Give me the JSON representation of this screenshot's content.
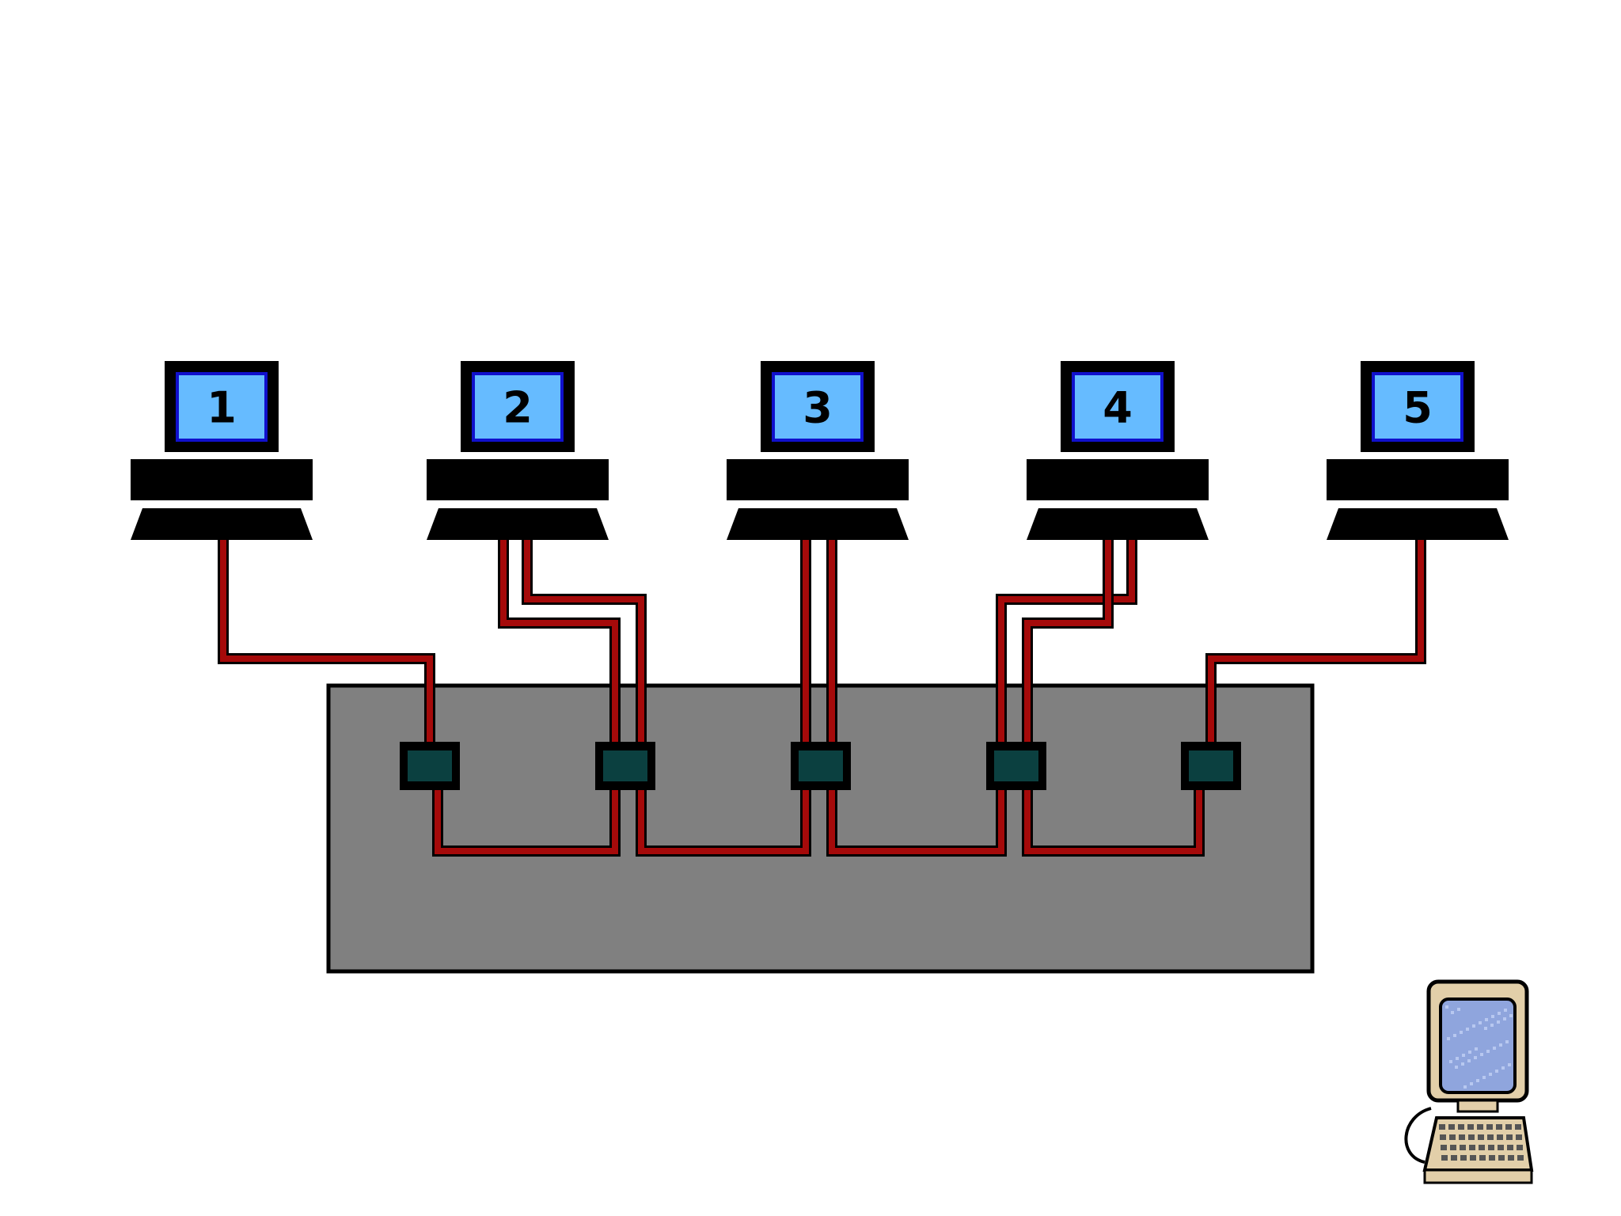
{
  "colors": {
    "background": "#ffffff",
    "hub_fill": "#808080",
    "port_fill": "#0b4040",
    "cable_red": "#a50a0a",
    "screen_blue": "#66bbff",
    "screen_border": "#1010cc",
    "ink": "#000000",
    "retro_case": "#e2cfa9",
    "retro_screen": "#8fa5dd"
  },
  "diagram": {
    "hub": {
      "name": "hub",
      "ports": 5
    },
    "computers": [
      {
        "label": "1",
        "icon": "computer-icon"
      },
      {
        "label": "2",
        "icon": "computer-icon"
      },
      {
        "label": "3",
        "icon": "computer-icon"
      },
      {
        "label": "4",
        "icon": "computer-icon"
      },
      {
        "label": "5",
        "icon": "computer-icon"
      }
    ],
    "corner_icon": "retro-computer-icon"
  }
}
